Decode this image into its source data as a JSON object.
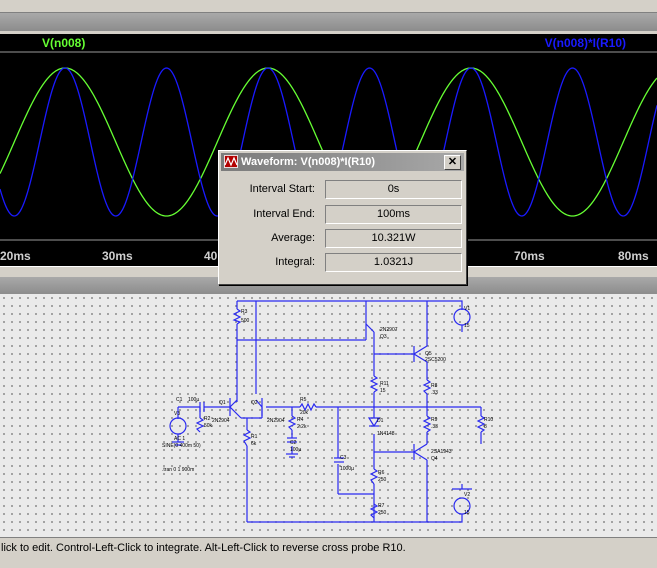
{
  "plot": {
    "trace_left": "V(n008)",
    "trace_right": "V(n008)*I(R10)",
    "colors": {
      "background": "#000000",
      "trace_v": "#66ff33",
      "trace_p": "#1a1aff",
      "grid": "#9a9a9a"
    },
    "ticks": [
      {
        "label": "20ms"
      },
      {
        "label": "30ms"
      },
      {
        "label": "40ms"
      },
      {
        "label": "70ms"
      },
      {
        "label": "80ms"
      }
    ]
  },
  "dialog": {
    "title": "Waveform: V(n008)*I(R10)",
    "close_label": "✕",
    "icon": "waveform-icon",
    "rows": [
      {
        "label": "Interval Start:",
        "value": "0s"
      },
      {
        "label": "Interval End:",
        "value": "100ms"
      },
      {
        "label": "Average:",
        "value": "10.321W"
      },
      {
        "label": "Integral:",
        "value": "1.0321J"
      }
    ]
  },
  "schematic": {
    "components": {
      "r3": "R3",
      "r3v": "500",
      "q3": "2N2907",
      "q3n": "Q3",
      "q5": "Q5",
      "q5p": "2SC5200",
      "v1": "V1",
      "v1v": "15",
      "r11": "R11",
      "r11v": "15",
      "r8": "R8",
      "r8v": ".33",
      "c1": "C1",
      "c1v": "100µ",
      "vin": "V3",
      "r2": "R2",
      "r2v": "50k",
      "q1": "Q1",
      "q1p": "2N2904",
      "q2": "Q2",
      "q2p": "2N2904",
      "r5": "R5",
      "r5v": "20k",
      "r4": "R4",
      "r4v": "2.2k",
      "r10": "R10",
      "r10v": "8",
      "r1": "R1",
      "r1v": "6k",
      "c2": "C2",
      "c2v": "100µ",
      "d1": "D1",
      "d1p": "1N4148",
      "r9": "R9",
      "r9v": ".33",
      "ac": "AC 1",
      "acv": "SINE(0 400m 50)",
      "c3": "C3",
      "c3v": "1000µ",
      "r6": "R6",
      "r6v": "250",
      "q4": "2SA1943",
      "q4n": "Q4",
      "v2": "V2",
      "v2v": "15",
      "r7": "R7",
      "r7v": "250",
      "tran": ".tran 0 1 900m"
    }
  },
  "status": {
    "text": "lick to edit. Control-Left-Click to integrate. Alt-Left-Click to reverse cross probe R10."
  }
}
